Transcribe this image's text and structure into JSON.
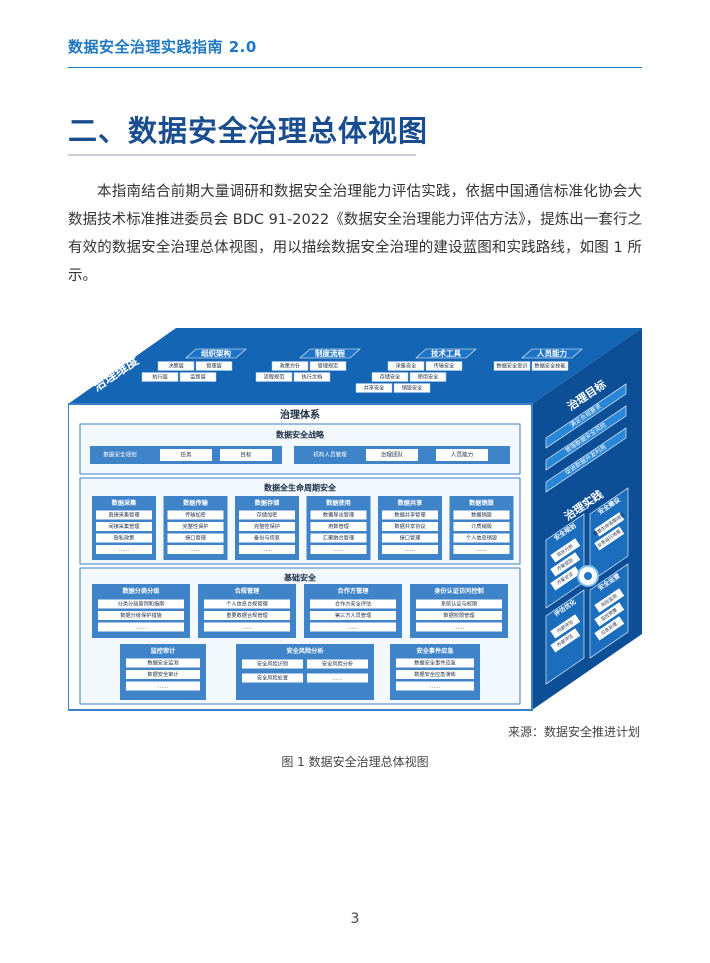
{
  "header": {
    "running_title": "数据安全治理实践指南 2.0"
  },
  "section": {
    "title": "二、数据安全治理总体视图"
  },
  "body": {
    "paragraph": "本指南结合前期大量调研和数据安全治理能力评估实践，依据中国通信标准化协会大数据技术标准推进委员会 BDC 91-2022《数据安全治理能力评估方法》，提炼出一套行之有效的数据安全治理总体视图，用以描绘数据安全治理的建设蓝图和实践路线，如图 1 所示。"
  },
  "figure": {
    "top": {
      "label": "治理维度",
      "groups": [
        {
          "title": "组织架构",
          "items": [
            "决策层",
            "管理层",
            "执行层",
            "监督层"
          ]
        },
        {
          "title": "制度流程",
          "items": [
            "政策方针",
            "管理规定",
            "流程规范",
            "执行文档"
          ]
        },
        {
          "title": "技术工具",
          "items": [
            "采集安全",
            "传输安全",
            "存储安全",
            "使用安全",
            "共享安全",
            "销毁安全"
          ]
        },
        {
          "title": "人员能力",
          "items": [
            "数据安全意识",
            "数据安全技能"
          ]
        }
      ]
    },
    "front": {
      "title": "治理体系",
      "strategy": {
        "title": "数据安全战略",
        "items": [
          "数据安全规划",
          "任务",
          "目标",
          "机构人员管理",
          "治理团队",
          "人员能力"
        ]
      },
      "lifecycle": {
        "title": "数据全生命周期安全",
        "columns": [
          {
            "title": "数据采集",
            "items": [
              "直接采集管理",
              "间接采集管理",
              "隐私政策",
              "……"
            ]
          },
          {
            "title": "数据传输",
            "items": [
              "传输加密",
              "完整性保护",
              "接口管理",
              "……"
            ]
          },
          {
            "title": "数据存储",
            "items": [
              "存储加密",
              "完整性保护",
              "备份与恢复",
              "……"
            ]
          },
          {
            "title": "数据使用",
            "items": [
              "数据导出管理",
              "用数管理",
              "汇聚融合管理",
              "……"
            ]
          },
          {
            "title": "数据共享",
            "items": [
              "数据共享管理",
              "数据共享协议",
              "接口管理",
              "……"
            ]
          },
          {
            "title": "数据销毁",
            "items": [
              "数据销毁",
              "介质销毁",
              "个人信息销毁",
              "……"
            ]
          }
        ]
      },
      "foundation": {
        "title": "基础安全",
        "row1": [
          {
            "title": "数据分类分级",
            "items": [
              "分类分级原则和指南",
              "数据分级保护措施",
              "……"
            ]
          },
          {
            "title": "合规管理",
            "items": [
              "个人信息合规管理",
              "重要数据合规管理",
              "……"
            ]
          },
          {
            "title": "合作方管理",
            "items": [
              "合作方安全评估",
              "第三方人员管理",
              "……"
            ]
          },
          {
            "title": "身份认证访问控制",
            "items": [
              "系统认证与权限",
              "数据权限管理",
              "……"
            ]
          }
        ],
        "row2": [
          {
            "title": "监控审计",
            "items": [
              "数据安全监测",
              "数据安全审计",
              "……"
            ]
          },
          {
            "title": "安全风险分析",
            "items": [
              "安全风险识别",
              "安全风险分析",
              "安全风险处置",
              "……"
            ]
          },
          {
            "title": "安全事件应急",
            "items": [
              "数据安全事件应急",
              "数据安全应急演练",
              "……"
            ]
          }
        ]
      }
    },
    "side": {
      "goals_title": "治理目标",
      "goals": [
        "满足合规要求",
        "管理数据安全风险",
        "促进数据开发利用"
      ],
      "practice_title": "治理实践",
      "practice_groups": [
        {
          "title": "安全规划",
          "items": [
            "现状分析",
            "方案规划",
            "方案论证"
          ]
        },
        {
          "title": "安全建设",
          "items": [
            "数据生命周期场景",
            "业务运行场景"
          ]
        },
        {
          "title": "评估优化",
          "items": [
            "内部评估",
            "外部评估"
          ]
        },
        {
          "title": "安全运营",
          "items": [
            "风险监测",
            "监控预警",
            "应急处理"
          ]
        }
      ]
    }
  },
  "source": "来源：数据安全推进计划",
  "caption": "图 1 数据安全治理总体视图",
  "page_number": "3",
  "colors": {
    "brand_blue": "#1f78c1",
    "title_navy": "#1a4d8f",
    "cube_top": "#1565b5",
    "cube_side": "#0d4f97",
    "frame_border": "#3d7fc4",
    "box_header": "#3f83c8"
  }
}
